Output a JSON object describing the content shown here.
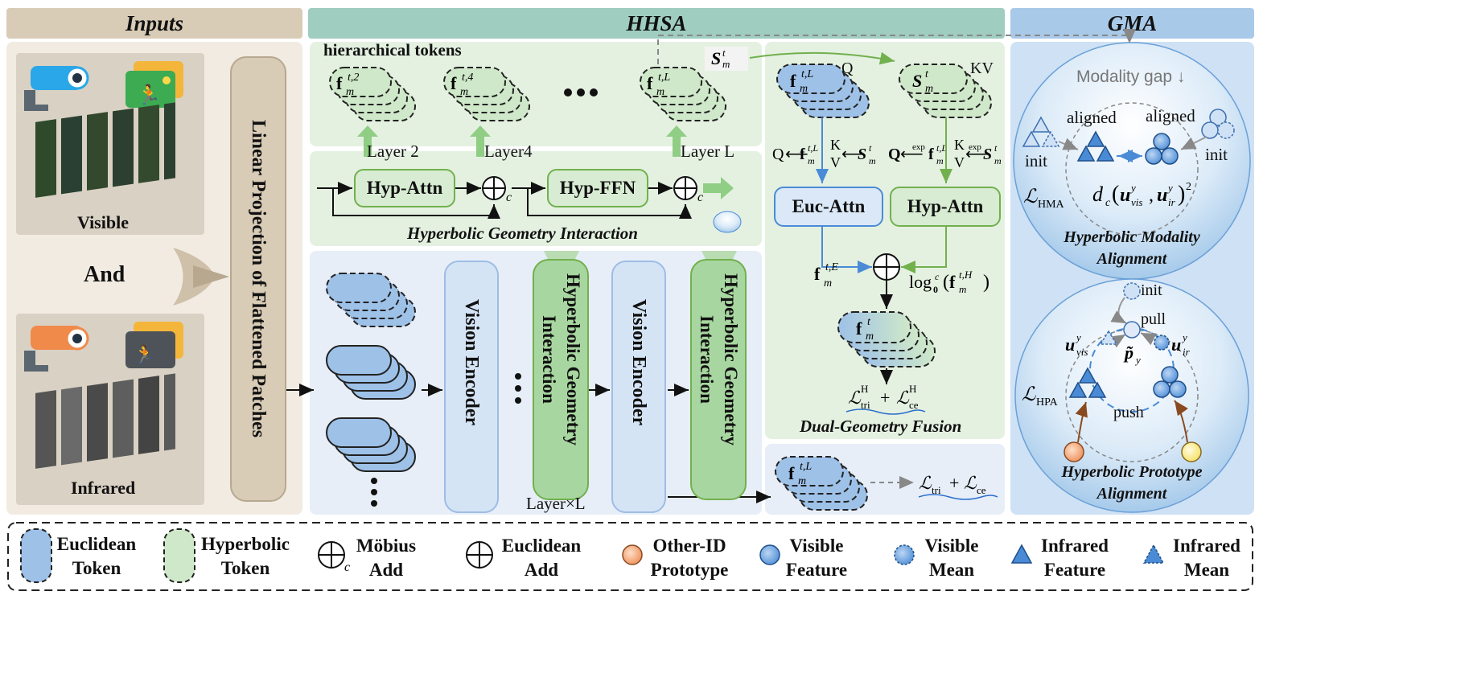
{
  "headers": {
    "inputs": "Inputs",
    "hhsa": "HHSA",
    "gma": "GMA"
  },
  "inputs": {
    "visible": "Visible",
    "and": "And",
    "infrared": "Infrared",
    "linear_projection": "Linear Projection of Flattened Patches"
  },
  "hhsa": {
    "hier_tokens": "hierarchical tokens",
    "layer2": "Layer 2",
    "layer4": "Layer4",
    "layerL": "Layer L",
    "hyp_attn": "Hyp-Attn",
    "hyp_ffn": "Hyp-FFN",
    "hgi_title": "Hyperbolic Geometry Interaction",
    "vision_encoder": "Vision Encoder",
    "hgi_vertical": "Hyperbolic Geometry Interaction",
    "layer_x_l": "Layer×L",
    "dots": "•••"
  },
  "dgf": {
    "q": "Q",
    "kv": "KV",
    "euc_attn": "Euc-Attn",
    "hyp_attn": "Hyp-Attn",
    "title": "Dual-Geometry Fusion"
  },
  "gma": {
    "modality_gap": "Modality gap ↓",
    "aligned": "aligned",
    "init": "init",
    "hma_title": "Hyperbolic Modality Alignment",
    "hpa_title": "Hyperbolic Prototype Alignment",
    "pull": "pull",
    "push": "push"
  },
  "legend": {
    "euclidean_token": "Euclidean Token",
    "hyperbolic_token": "Hyperbolic Token",
    "mobius_add": "Möbius Add",
    "euclidean_add": "Euclidean Add",
    "other_id_prototype": "Other-ID Prototype",
    "visible_feature": "Visible Feature",
    "visible_mean": "Visible Mean",
    "infrared_feature": "Infrared Feature",
    "infrared_mean": "Infrared Mean"
  },
  "colors": {
    "inputs_bg": "#f1ebe1",
    "inputs_hdr": "#d9ccb7",
    "hhsa_hdr": "#9fcdbf",
    "green_bg": "#e4f1e1",
    "blue_bg": "#e7eef8",
    "gma_hdr": "#a9c9e9",
    "gma_bg": "#cfe1f4",
    "eu_token": "#9ec1e8",
    "hyp_token": "#cfe8c9",
    "green_arrow": "#8fce84",
    "blue_line": "#4a8bd6",
    "green_line": "#72b04d"
  }
}
